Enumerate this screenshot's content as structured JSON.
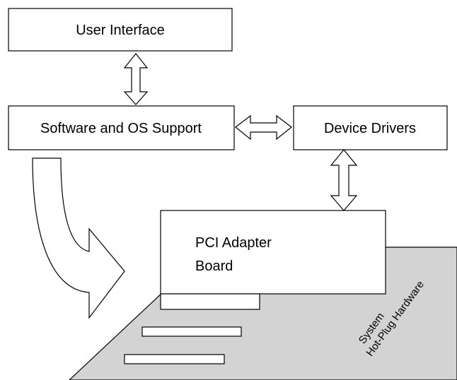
{
  "nodes": {
    "user_interface": "User Interface",
    "software_os": "Software and OS Support",
    "device_drivers": "Device Drivers",
    "pci_line1": "PCI Adapter",
    "pci_line2": "Board",
    "hw_line1": "System",
    "hw_line2": "Hot-Plug Hardware"
  },
  "colors": {
    "board_fill": "#d3d3d3",
    "stroke": "#000000",
    "background": "#ffffff"
  }
}
